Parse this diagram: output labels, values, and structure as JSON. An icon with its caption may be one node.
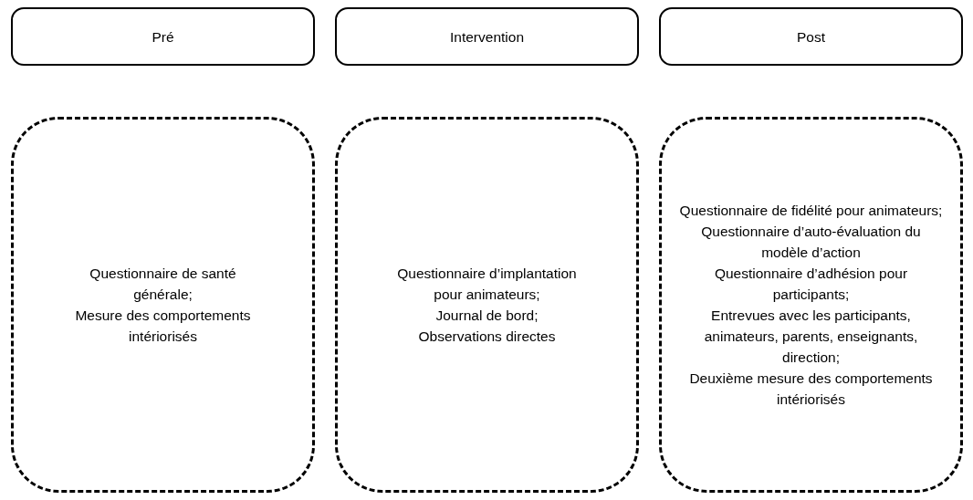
{
  "diagram": {
    "nodes": [
      {
        "text": [
          "Pré"
        ]
      },
      {
        "text": [
          "Intervention"
        ]
      },
      {
        "text": [
          "Post"
        ]
      },
      {
        "text": [
          "Questionnaire de santé générale;",
          "Mesure des comportements intériorisés"
        ]
      },
      {
        "text": [
          "Questionnaire d’implantation pour animateurs;",
          "Journal de bord;",
          "Observations directes"
        ]
      },
      {
        "text": [
          "Questionnaire de fidélité pour animateurs;",
          "Questionnaire d’auto-évaluation du modèle d’action",
          "Questionnaire d’adhésion pour participants;",
          "Entrevues avec les participants, animateurs, parents, enseignants, direction;",
          "Deuxième mesure des comportements intériorisés"
        ]
      }
    ]
  }
}
